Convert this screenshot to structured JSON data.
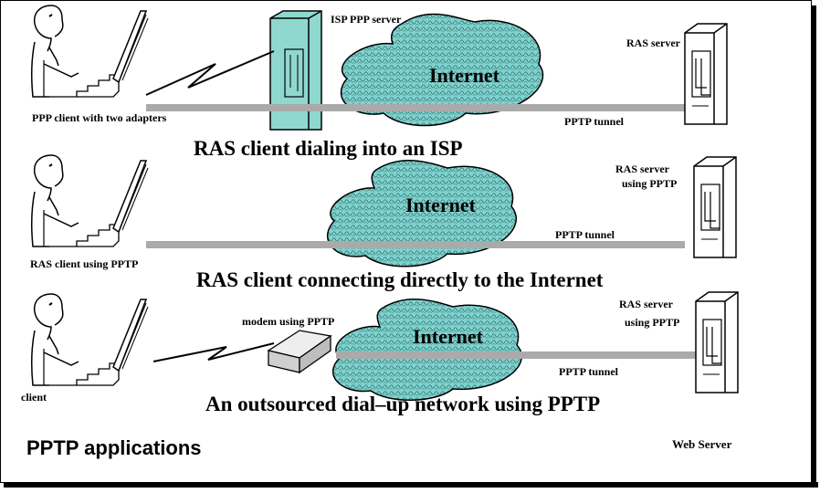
{
  "diagram": {
    "title": "PPTP applications",
    "footer_label": "Web Server",
    "colors": {
      "cloud_fill": "#7fd3cf",
      "cloud_stroke": "#000000",
      "tunnel": "#aaaaaa",
      "server_fill": "#8fd8d0",
      "modem_fill": "#d9d9d9"
    },
    "scenario1": {
      "caption": "RAS client dialing into an ISP",
      "client_label": "PPP client with two adapters",
      "isp_label": "ISP PPP server",
      "cloud_label": "Internet",
      "server_label": "RAS server",
      "tunnel_label": "PPTP tunnel"
    },
    "scenario2": {
      "caption": "RAS client connecting directly to the Internet",
      "client_label": "RAS client using PPTP",
      "cloud_label": "Internet",
      "server_label_line1": "RAS server",
      "server_label_line2": "using PPTP",
      "tunnel_label": "PPTP tunnel"
    },
    "scenario3": {
      "caption": "An outsourced dial–up network using PPTP",
      "client_label": "client",
      "modem_label": "modem using PPTP",
      "cloud_label": "Internet",
      "server_label_line1": "RAS server",
      "server_label_line2": "using PPTP",
      "tunnel_label": "PPTP tunnel"
    }
  }
}
